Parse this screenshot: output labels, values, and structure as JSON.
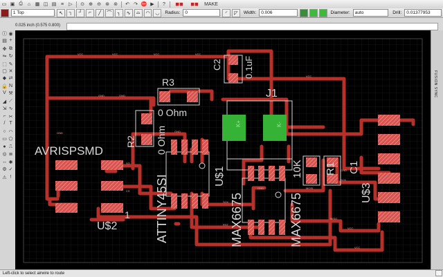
{
  "toolbar": {
    "layer_select": "1 Top",
    "radius_label": "Radius:",
    "radius_value": "0",
    "width_label": "Width:",
    "width_value": "0.006",
    "diameter_label": "Diameter:",
    "diameter_value": "auto",
    "drill_label": "Drill:",
    "drill_value": "0.01377953",
    "make_label": "MAKE",
    "icons": [
      "open-icon",
      "save-icon",
      "print-icon",
      "cam-icon",
      "board-icon",
      "schematic-icon",
      "script-icon",
      "run-icon",
      "zoom-fit-icon",
      "zoom-in-icon",
      "zoom-out-icon",
      "zoom-redraw-icon",
      "zoom-select-icon",
      "undo-icon",
      "redo-icon",
      "stop-icon",
      "go-icon",
      "help-icon"
    ]
  },
  "coordinate": "0.025 inch (0.575 0.800)",
  "status_text": "Left-click to select airwire to route",
  "right_panel_label": "FUSION SYNC",
  "board": {
    "background": "#000000",
    "trace_color": "#c0392b",
    "pad_color": "#d9534f",
    "silk_color": "#d8d8d8",
    "via_color": "#3cba3c",
    "labels": {
      "c2": "C2",
      "c2_value": "0.1uF",
      "r3": "R3",
      "r3_value": "0 Ohm",
      "r2": "R2",
      "r2_value": "0 Ohm",
      "j1": "J1",
      "avrisp": "AVRISPSMD",
      "attiny": "ATTINY45SI",
      "u1": "U$1",
      "u2": "U$2",
      "u3": "U$3",
      "max1": "MAX6675",
      "max2": "MAX6675",
      "r1": "R1",
      "ten_k": "10K",
      "c1": "C1",
      "one": "1",
      "pin_k1": "K+",
      "pin_k2": "K-"
    },
    "net_labels": [
      "VCC",
      "VCC",
      "VCC",
      "VCC",
      "VCC",
      "GND",
      "GND",
      "GND",
      "GND",
      "MOSI",
      "MISO",
      "SCK",
      "RST",
      "CS",
      "SO",
      "SCK",
      "GND",
      "VCC",
      "VCC",
      "GND"
    ]
  }
}
